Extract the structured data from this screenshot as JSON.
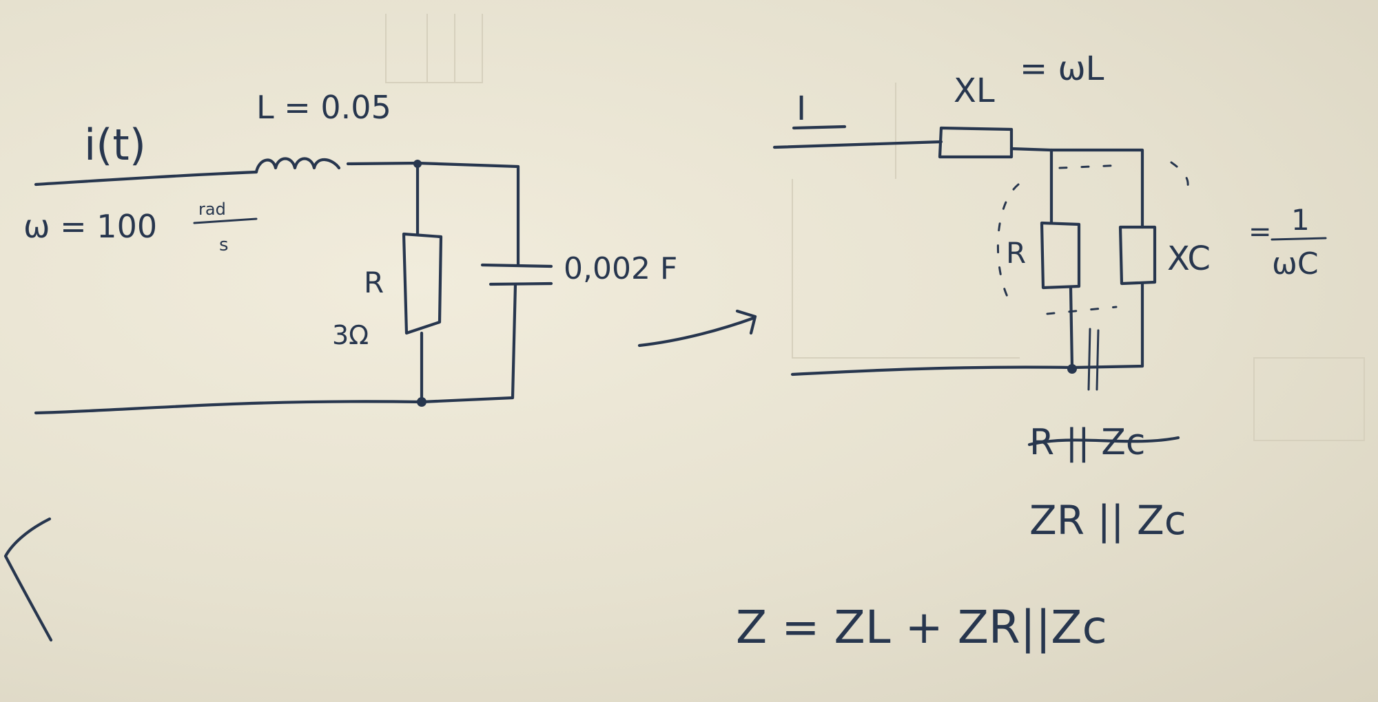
{
  "left_circuit": {
    "current_label": "i(t)",
    "inductance_label": "L = 0.05",
    "omega_label": "ω = 100",
    "omega_unit_num": "rad",
    "omega_unit_den": "s",
    "resistor_label": "R",
    "resistor_value": "3Ω",
    "capacitor_label": "0,002 F"
  },
  "right_circuit": {
    "current_label": "I",
    "xl_label": "XL",
    "xl_formula": "= ωL",
    "r_label": "R",
    "xc_label": "XC",
    "xc_num": "1",
    "xc_den": "ωC"
  },
  "notes": {
    "crossed_out": "R || Zc",
    "parallel_expr": "ZR || Zc",
    "total_impedance": "Z = ZL + ZR||Zc"
  },
  "colors": {
    "ink": "#27364e",
    "paper": "#e9e4d3"
  }
}
